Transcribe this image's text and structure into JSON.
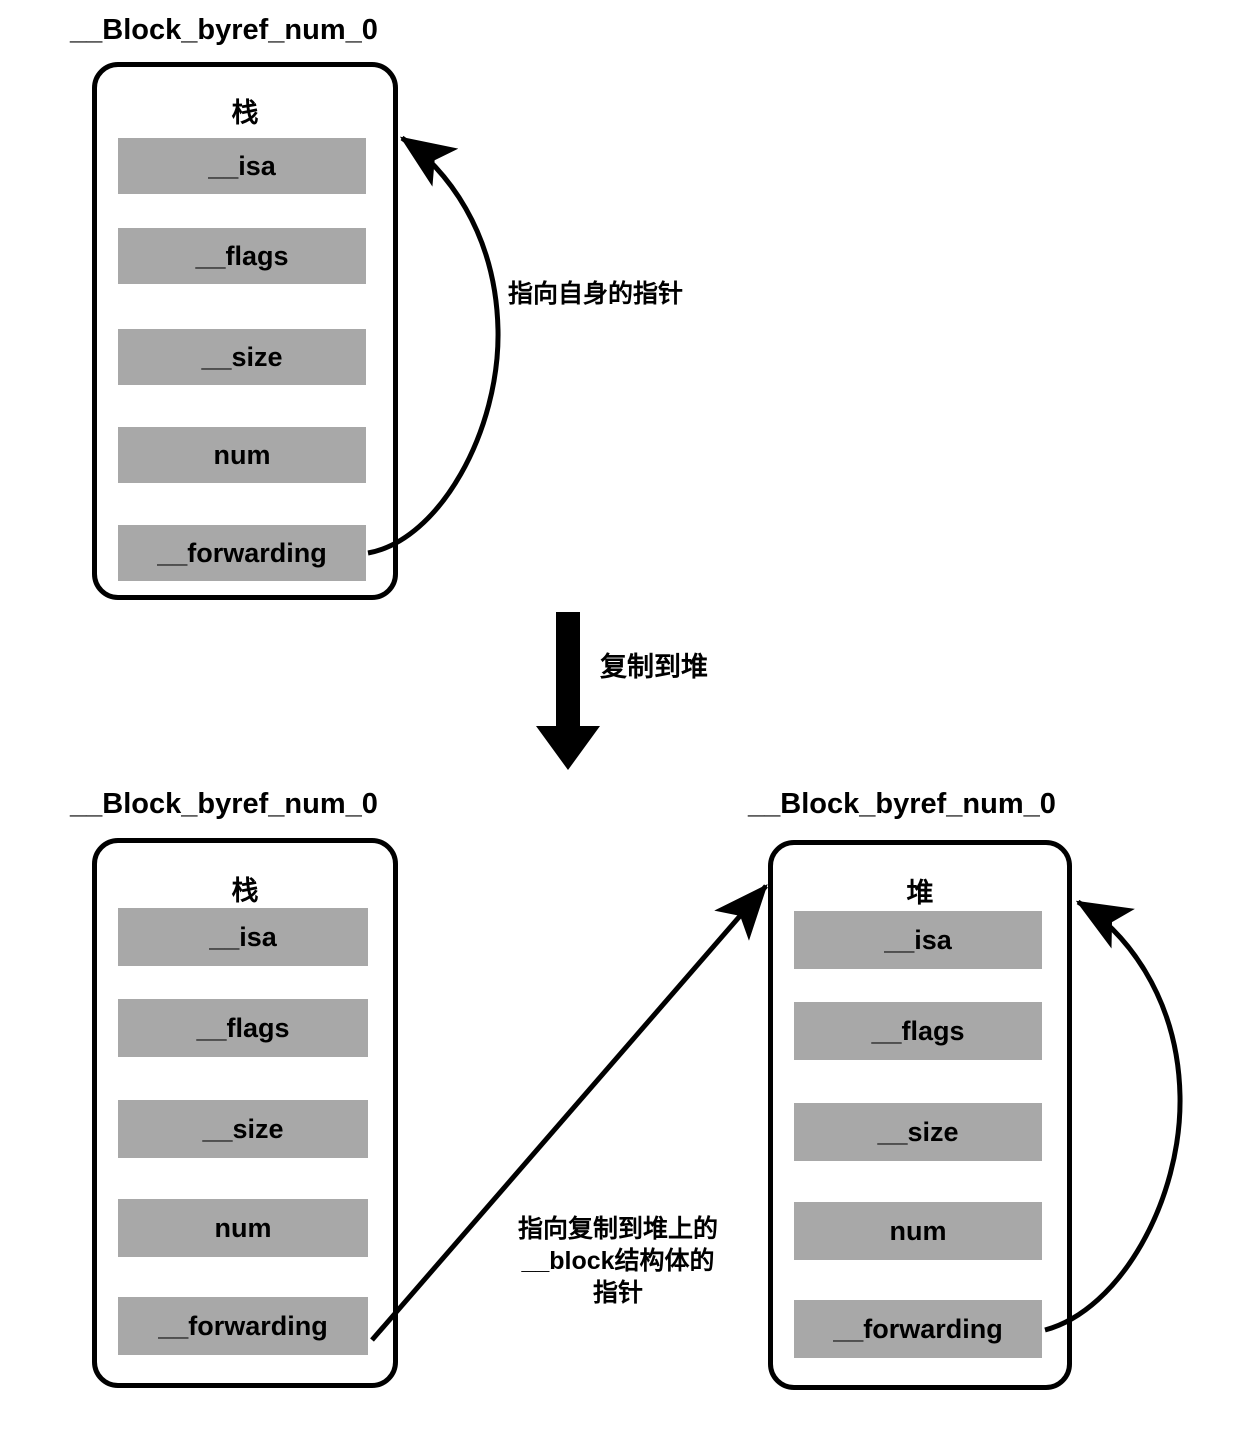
{
  "diagram": {
    "title_text": "__Block_byref_num_0",
    "field_labels": {
      "isa": "__isa",
      "flags": "__flags",
      "size": "__size",
      "num": "num",
      "forwarding": "__forwarding"
    },
    "colors": {
      "field_fill": "#a8a8a8",
      "stroke": "#000000",
      "background": "#ffffff"
    }
  },
  "stack_box_top": {
    "title": "__Block_byref_num_0",
    "heading": "栈",
    "fields": [
      "__isa",
      "__flags",
      "__size",
      "num",
      "__forwarding"
    ]
  },
  "self_pointer_label_top": "指向自身的指针",
  "copy_arrow": {
    "label": "复制到堆",
    "icon": "down-arrow-icon"
  },
  "stack_box_bottom": {
    "title": "__Block_byref_num_0",
    "heading": "栈",
    "fields": [
      "__isa",
      "__flags",
      "__size",
      "num",
      "__forwarding"
    ]
  },
  "heap_box": {
    "title": "__Block_byref_num_0",
    "heading": "堆",
    "fields": [
      "__isa",
      "__flags",
      "__size",
      "num",
      "__forwarding"
    ]
  },
  "heap_pointer_label": "指向复制到堆上的\n__block结构体的\n指针"
}
